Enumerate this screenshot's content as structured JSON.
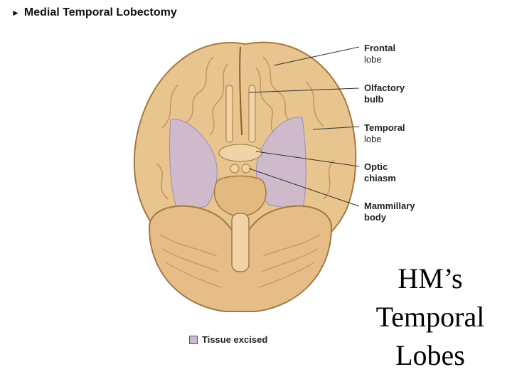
{
  "title": "Medial Temporal Lobectomy",
  "labels": [
    {
      "line1": "Frontal",
      "line2": "lobe"
    },
    {
      "line1": "Olfactory",
      "line2": "bulb"
    },
    {
      "line1": "Temporal",
      "line2": "lobe"
    },
    {
      "line1": "Optic",
      "line2": "chiasm"
    },
    {
      "line1": "Mammillary",
      "line2": "body"
    }
  ],
  "legend": {
    "text": "Tissue excised",
    "color": "#c9b8d6"
  },
  "caption": {
    "line1": "HM’s",
    "line2": "Temporal",
    "line3": "Lobes"
  },
  "colors": {
    "brain": "#e8c48f",
    "brain_dark": "#b98c52",
    "excised": "#c9b8d6"
  }
}
